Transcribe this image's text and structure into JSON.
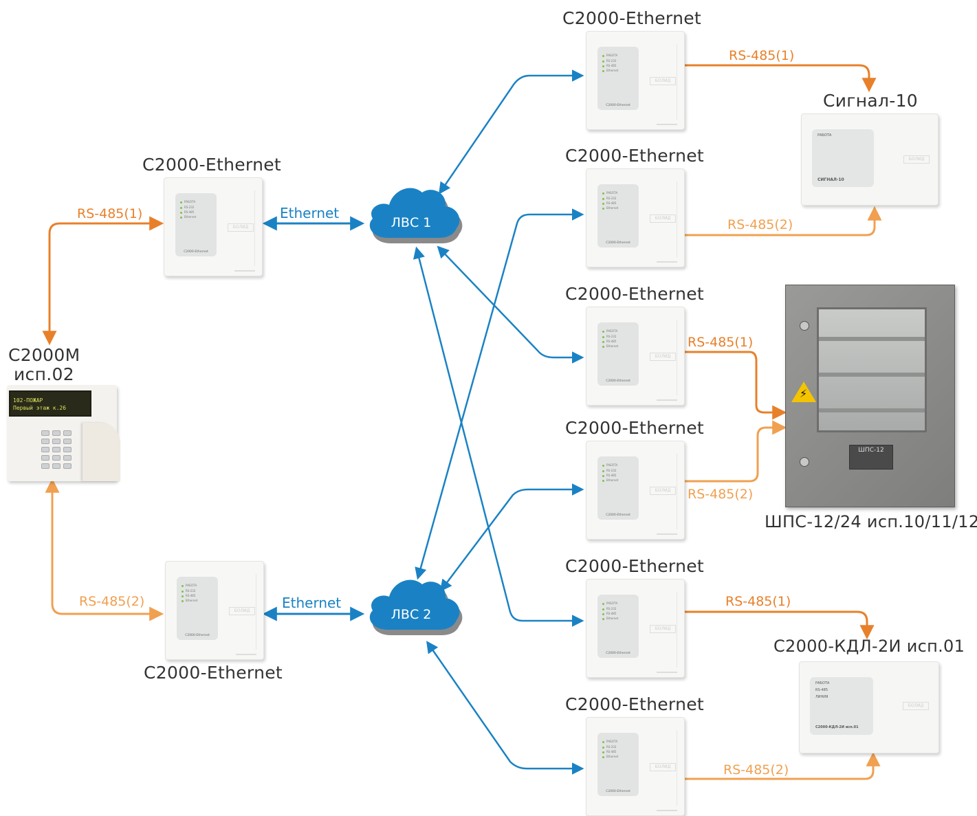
{
  "devices": {
    "left_top_title": "С2000-Ethernet",
    "left_bottom_title": "С2000-Ethernet",
    "right_titles": [
      "С2000-Ethernet",
      "С2000-Ethernet",
      "С2000-Ethernet",
      "С2000-Ethernet",
      "С2000-Ethernet",
      "С2000-Ethernet"
    ],
    "device_body_label": "C2000-Ethernet",
    "leds": [
      "РАБОТА",
      "RS-232",
      "RS-485",
      "Ethernet"
    ],
    "brand": "БОЛИД"
  },
  "keypad": {
    "title_line1": "С2000М",
    "title_line2": "исп.02",
    "lcd_line1": "102-ПОЖАР",
    "lcd_line2": "Первый этаж к.26"
  },
  "clouds": {
    "lan1": "ЛВС 1",
    "lan2": "ЛВС 2"
  },
  "links": {
    "rs485_1": "RS-485(1)",
    "rs485_2": "RS-485(2)",
    "ethernet": "Ethernet"
  },
  "targets": {
    "signal10_title": "Сигнал-10",
    "signal10_body": "СИГНАЛ-10",
    "signal10_led_label": "РАБОТА",
    "shps_title": "ШПС-12/24 исп.10/11/12",
    "shps_plate": "ШПС-12",
    "kdl_title": "С2000-КДЛ-2И исп.01",
    "kdl_body": "С2000-КДЛ-2И исп.01",
    "kdl_leds": [
      "РАБОТА",
      "RS-485",
      "ЛИНИЯ"
    ]
  },
  "colors": {
    "ethernet": "#1a82c4",
    "rs485_1": "#e8802a",
    "rs485_2": "#f0a050",
    "cloud": "#1a82c4"
  }
}
